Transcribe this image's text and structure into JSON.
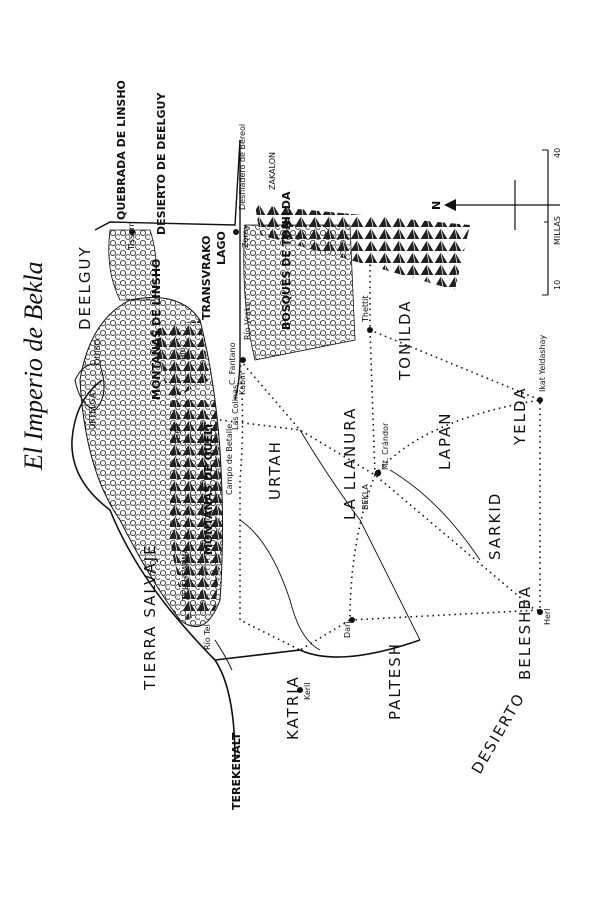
{
  "map": {
    "title": "El Imperio de Bekla",
    "regions": {
      "deelguy": "DEELGUY",
      "tierra_salvaje": "TIERRA SALVAJE",
      "katria": "KATRIA",
      "paltesh": "PALTESH",
      "beleshba": "BELESHBA",
      "desierto": "DESIERTO",
      "urtah": "URTAH",
      "la_llanura": "LA LLANURA",
      "tonilda": "TONILDA",
      "lapan": "LAPAN",
      "sarkid": "SARKID",
      "yelda": "YELDA",
      "transvrako": "TRANSVRAKO",
      "lago": "LAGO"
    },
    "features": {
      "montanas_guelt": "MONTAÑAS DE GUELT",
      "montanas_linsho": "MONTAÑAS DE LINSHO",
      "quebrada_linsho": "QUEBRADA DE LINSHO",
      "desierto_deelguy": "DESIERTO DE DEELGUY",
      "bosques_tonilda": "BOSQUES DE TONILDA",
      "ortelga": "ORTELGA",
      "quiso": "QUISO",
      "telthearna": "TELTHEARNA",
      "zakalon": "ZAKALON",
      "desfiladero": "Desfiladero de Bereol",
      "rio_vrako": "Río Vrako",
      "rio_tel": "Río Tel",
      "rio": "Río",
      "terekenalt": "TEREKENALT",
      "las_colinas": "Las Colinas",
      "mt_crandor": "Mt. Crándor"
    },
    "towns": {
      "bekla": "BEKLA",
      "thettit": "Thettit",
      "ikat_yeldashay": "Ikat Yeldashay",
      "herl": "Herl",
      "dari": "Dari",
      "keril": "Keril",
      "kabin": "Kabin",
      "zeray": "Zeray",
      "tissarn": "Tissarn",
      "gelt": "Gelt",
      "campo_bekla": "Campo de Betalle",
      "fantano": "C. Fantano"
    },
    "scale": {
      "label": "MILLAS",
      "ticks": [
        "10",
        "40"
      ]
    },
    "north_label": "N"
  }
}
